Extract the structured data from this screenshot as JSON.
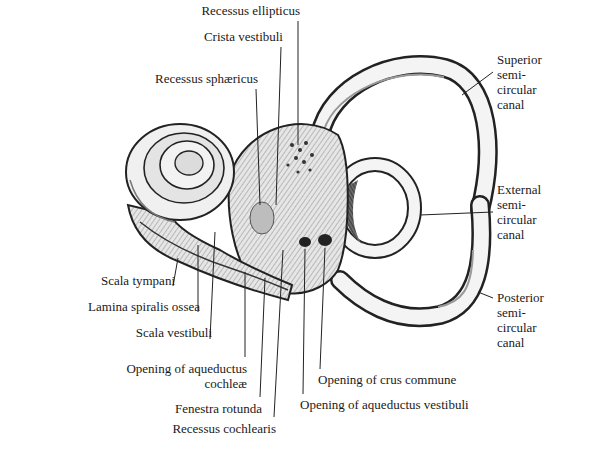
{
  "diagram": {
    "labels": [
      "Recessus ellipticus",
      "Crista vestibuli",
      "Recessus sphæricus",
      "Superior semi-circular canal",
      "External semi-circular canal",
      "Posterior semi-circular canal",
      "Scala tympani",
      "Lamina spiralis ossea",
      "Scala vestibuli",
      "Opening of aqueductus cochleæ",
      "Fenestra rotunda",
      "Recessus cochlearis",
      "Opening of crus commune",
      "Opening of aqueductus vestibuli"
    ]
  }
}
